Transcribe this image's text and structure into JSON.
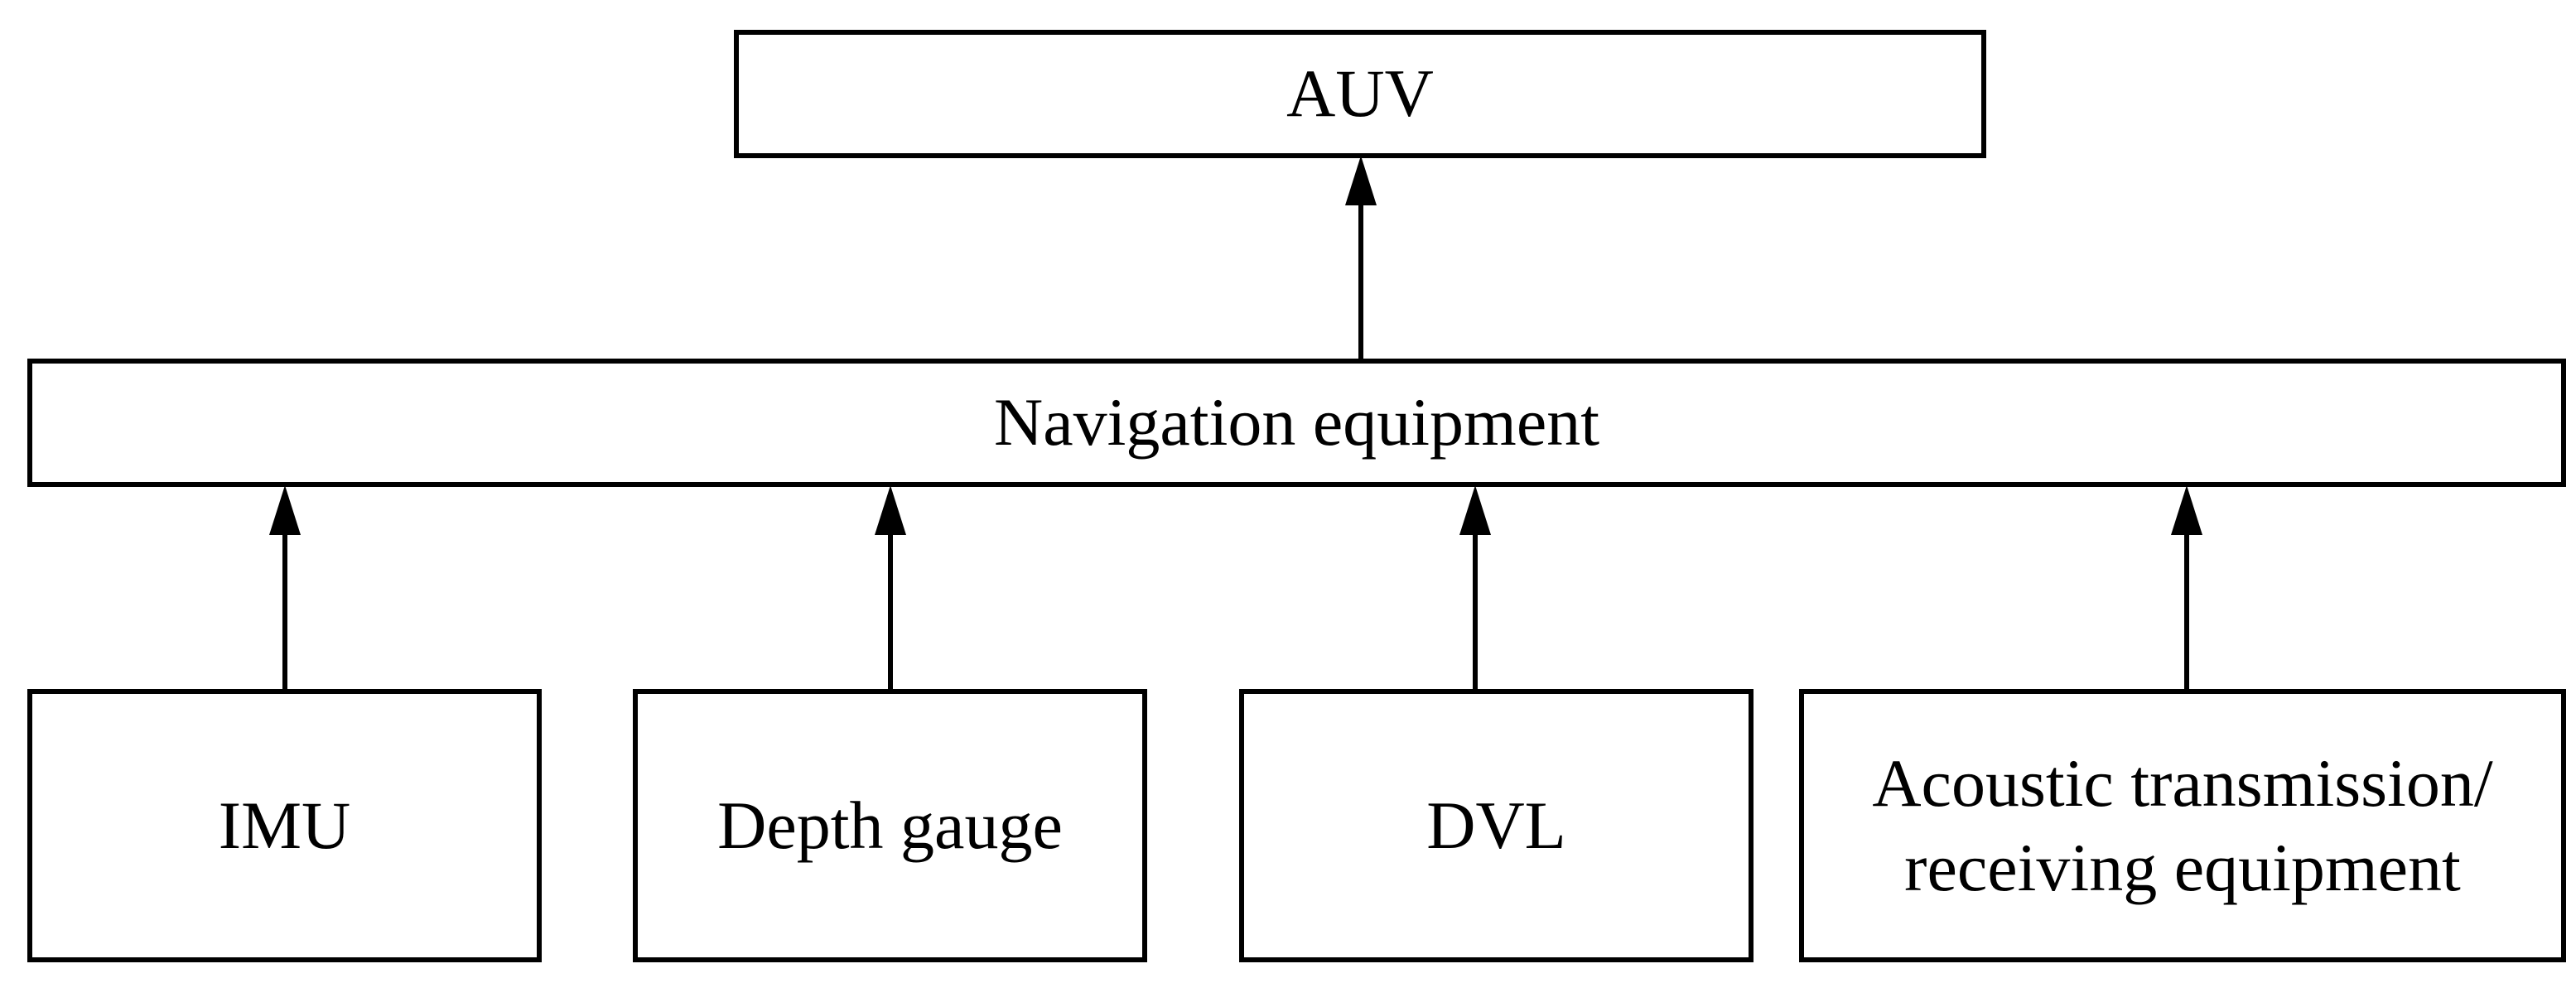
{
  "diagram": {
    "top": {
      "label": "AUV"
    },
    "middle": {
      "label": "Navigation equipment"
    },
    "inputs": [
      {
        "label": "IMU"
      },
      {
        "label": "Depth gauge"
      },
      {
        "label": "DVL"
      },
      {
        "label_line1": "Acoustic transmission/",
        "label_line2": "receiving equipment"
      }
    ],
    "colors": {
      "stroke": "#000000",
      "background": "#ffffff"
    }
  }
}
